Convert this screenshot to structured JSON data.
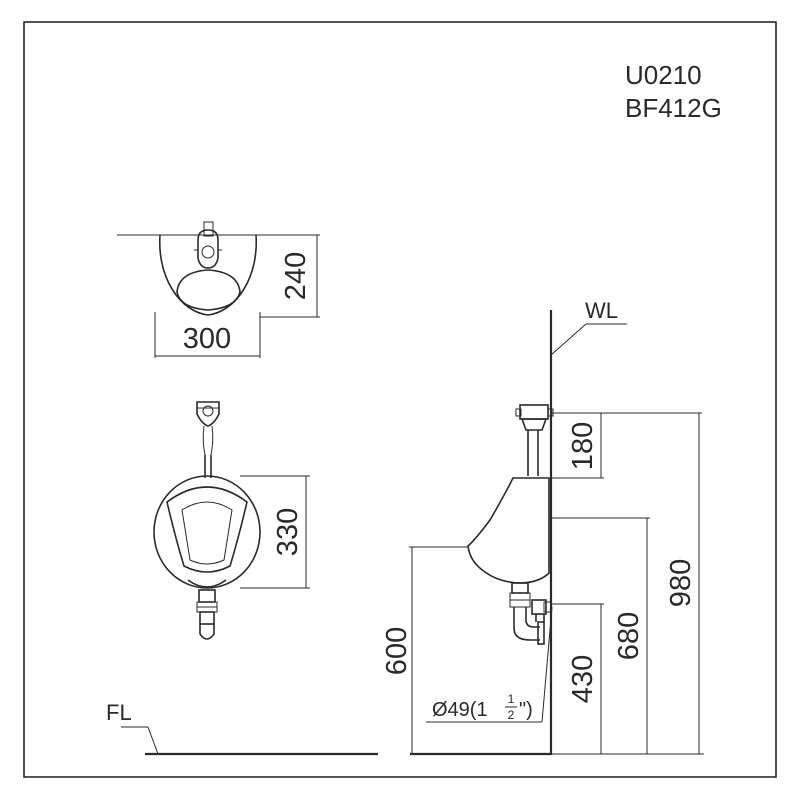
{
  "models": {
    "code_1": "U0210",
    "code_2": "BF412G"
  },
  "labels": {
    "wall": "WL",
    "floor": "FL",
    "pipe": "Ø49(1",
    "pipe_num": "1",
    "pipe_den": "2",
    "pipe_close": "\")"
  },
  "dimensions": {
    "top_width": "300",
    "top_depth": "240",
    "front_height": "330",
    "side_valve": "180",
    "side_rim": "600",
    "side_outlet": "430",
    "side_lip": "680",
    "side_total": "980"
  },
  "colors": {
    "ink": "#2a2a2a",
    "background": "#ffffff"
  }
}
